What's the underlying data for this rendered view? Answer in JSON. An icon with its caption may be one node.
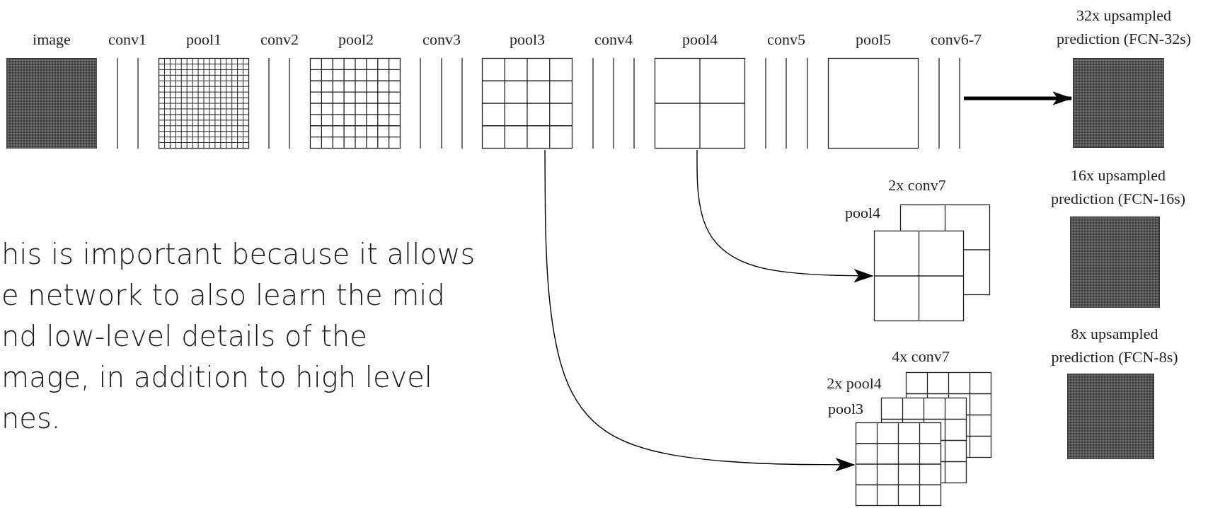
{
  "diagram": {
    "nodes": [
      {
        "text": [
          "image"
        ]
      },
      {
        "text": [
          "conv1"
        ]
      },
      {
        "text": [
          "pool1"
        ]
      },
      {
        "text": [
          "conv2"
        ]
      },
      {
        "text": [
          "pool2"
        ]
      },
      {
        "text": [
          "conv3"
        ]
      },
      {
        "text": [
          "pool3"
        ]
      },
      {
        "text": [
          "conv4"
        ]
      },
      {
        "text": [
          "pool4"
        ]
      },
      {
        "text": [
          "conv5"
        ]
      },
      {
        "text": [
          "pool5"
        ]
      },
      {
        "text": [
          "conv6-7"
        ]
      },
      {
        "text": [
          "32x upsampled prediction (FCN-32s)"
        ]
      },
      {
        "text": [
          "2x conv7"
        ]
      },
      {
        "text": [
          "pool4"
        ]
      },
      {
        "text": [
          "16x upsampled prediction (FCN-16s)"
        ]
      },
      {
        "text": [
          "4x conv7"
        ]
      },
      {
        "text": [
          "2x pool4"
        ]
      },
      {
        "text": [
          "pool3"
        ]
      },
      {
        "text": [
          "8x upsampled prediction (FCN-8s)"
        ]
      }
    ],
    "edges": [
      {
        "from": 11,
        "to": 12,
        "arrow": "to",
        "style": "thick"
      },
      {
        "from": 8,
        "to": 14,
        "arrow": "to"
      },
      {
        "from": 6,
        "to": 18,
        "arrow": "to"
      }
    ],
    "labels": [
      "his is important because it allows e network to also learn the mid nd low-level details of the mage, in addition to high level nes."
    ]
  }
}
